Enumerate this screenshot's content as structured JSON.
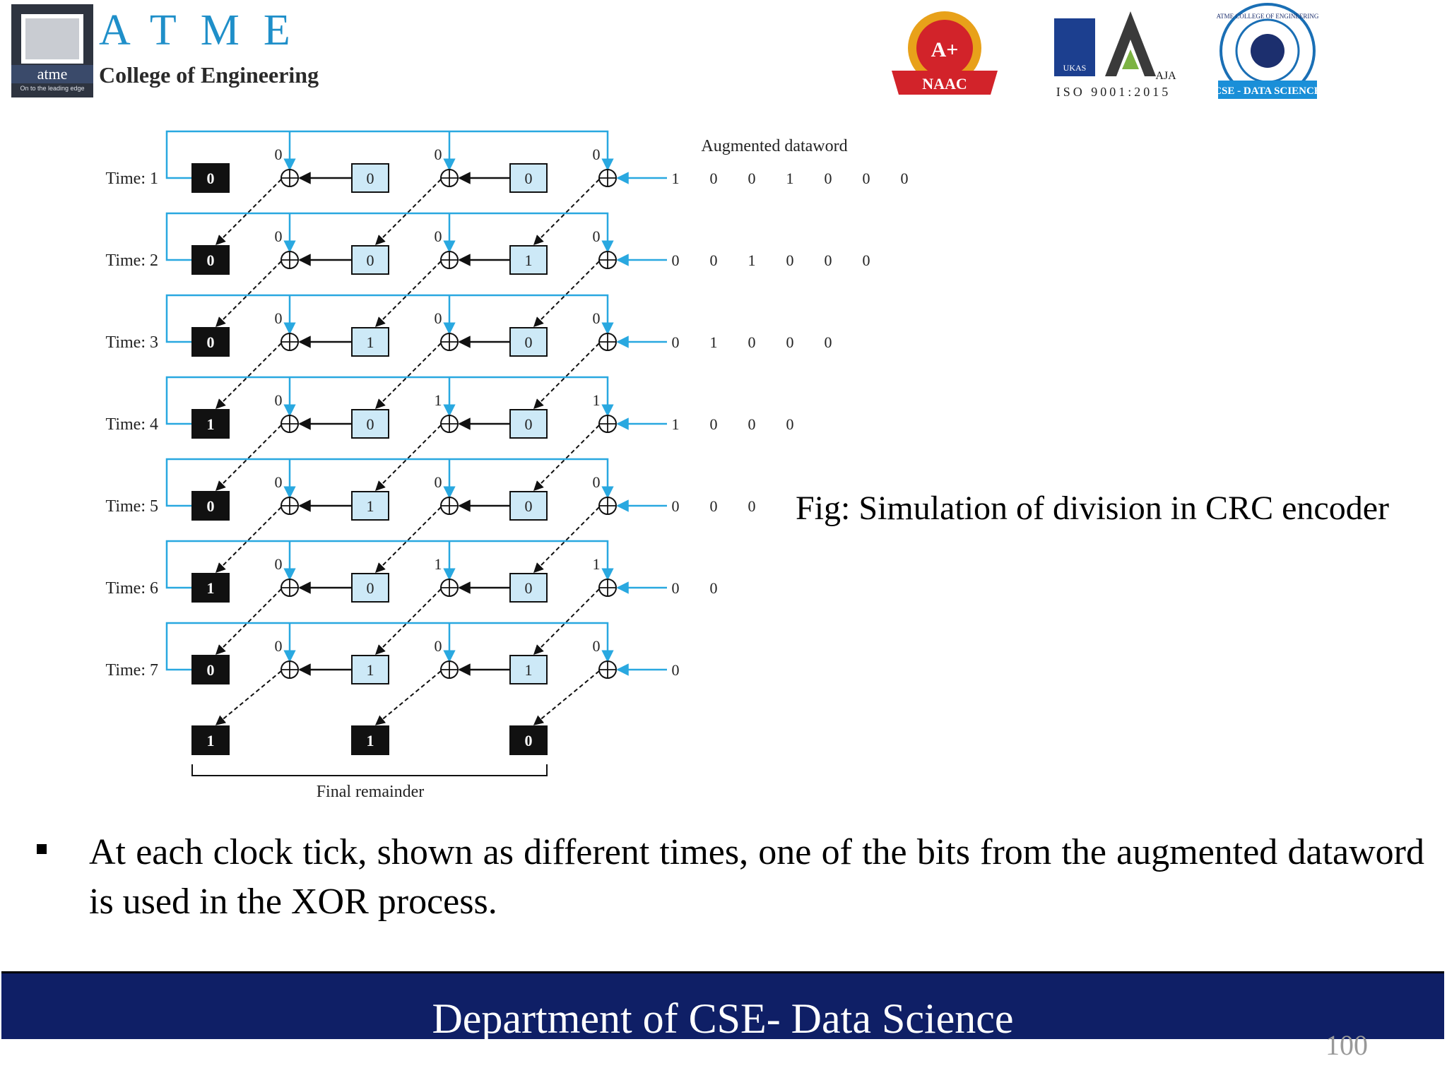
{
  "header": {
    "logo_word": "atme",
    "logo_tagline": "On to the leading edge",
    "atme_letters": "ATME",
    "college_name": "College of Engineering",
    "naac_grade": "A+",
    "naac_label": "NAAC",
    "iso_label": "ISO 9001:2015",
    "aja_label": "AJA",
    "ukas_label": "UKAS",
    "dept_badge_label": "CSE - DATA SCIENCE",
    "dept_badge_ring": "ATME COLLEGE OF ENGINEERING"
  },
  "diagram": {
    "augmented_title": "Augmented dataword",
    "final_label": "Final remainder",
    "rows": [
      {
        "time_label": "Time: 1",
        "r0": "0",
        "r1": "0",
        "r2": "0",
        "fb": [
          "0",
          "0",
          "0"
        ],
        "input_bits": [
          "1",
          "0",
          "0",
          "1",
          "0",
          "0",
          "0"
        ]
      },
      {
        "time_label": "Time: 2",
        "r0": "0",
        "r1": "0",
        "r2": "1",
        "fb": [
          "0",
          "0",
          "0"
        ],
        "input_bits": [
          "0",
          "0",
          "1",
          "0",
          "0",
          "0"
        ]
      },
      {
        "time_label": "Time: 3",
        "r0": "0",
        "r1": "1",
        "r2": "0",
        "fb": [
          "0",
          "0",
          "0"
        ],
        "input_bits": [
          "0",
          "1",
          "0",
          "0",
          "0"
        ]
      },
      {
        "time_label": "Time: 4",
        "r0": "1",
        "r1": "0",
        "r2": "0",
        "fb": [
          "0",
          "1",
          "1"
        ],
        "input_bits": [
          "1",
          "0",
          "0",
          "0"
        ]
      },
      {
        "time_label": "Time: 5",
        "r0": "0",
        "r1": "1",
        "r2": "0",
        "fb": [
          "0",
          "0",
          "0"
        ],
        "input_bits": [
          "0",
          "0",
          "0"
        ]
      },
      {
        "time_label": "Time: 6",
        "r0": "1",
        "r1": "0",
        "r2": "0",
        "fb": [
          "0",
          "1",
          "1"
        ],
        "input_bits": [
          "0",
          "0"
        ]
      },
      {
        "time_label": "Time: 7",
        "r0": "0",
        "r1": "1",
        "r2": "1",
        "fb": [
          "0",
          "0",
          "0"
        ],
        "input_bits": [
          "0"
        ]
      }
    ],
    "final_remainder": [
      "1",
      "1",
      "0"
    ]
  },
  "caption": "Fig: Simulation of division in CRC encoder",
  "bullet": "At each clock tick, shown as different times, one of the bits from the augmented dataword is used in the XOR process.",
  "footer": {
    "department": "Department of CSE- Data Science",
    "page_number": "100"
  },
  "colors": {
    "accent_blue": "#29a8e0",
    "register_fill": "#cde9f7",
    "footer_bg": "#0f1f66"
  }
}
